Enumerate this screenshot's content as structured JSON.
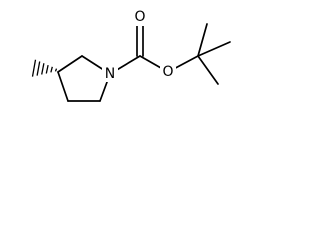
{
  "structure": {
    "atoms": {
      "ring_nitrogen": "N",
      "carbonyl_oxygen": "O",
      "ester_oxygen": "O"
    },
    "stereo": "hashed-wedge",
    "colors": {
      "bond": "#000000",
      "background": "#ffffff"
    }
  }
}
